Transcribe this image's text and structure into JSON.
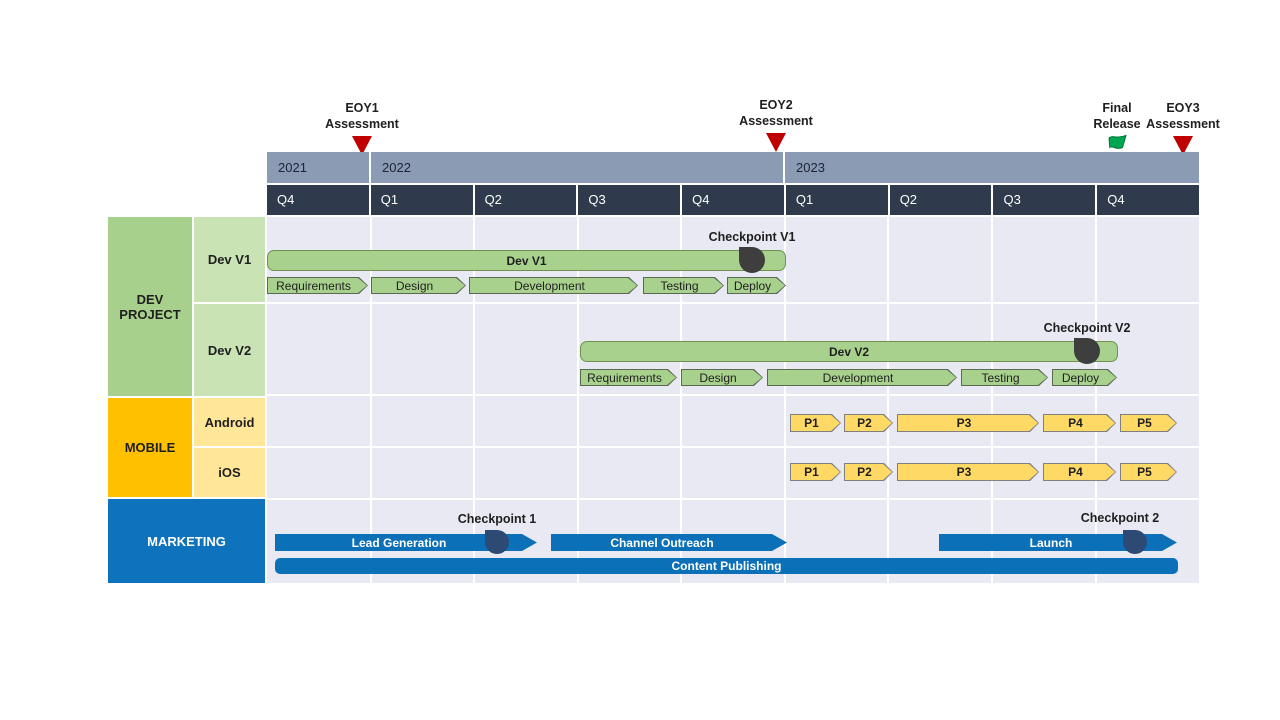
{
  "milestones": [
    {
      "label": "EOY1\nAssessment",
      "icon": "red-triangle"
    },
    {
      "label": "EOY2\nAssessment",
      "icon": "red-triangle"
    },
    {
      "label": "Final\nRelease",
      "icon": "green-flag"
    },
    {
      "label": "EOY3\nAssessment",
      "icon": "red-triangle"
    }
  ],
  "timeline": {
    "years": [
      "2021",
      "2022",
      "2023"
    ],
    "quarters": [
      "Q4",
      "Q1",
      "Q2",
      "Q3",
      "Q4",
      "Q1",
      "Q2",
      "Q3",
      "Q4"
    ]
  },
  "sidebar": {
    "groups": [
      {
        "label": "DEV\nPROJECT"
      },
      {
        "label": "MOBILE"
      },
      {
        "label": "MARKETING"
      }
    ],
    "rows": [
      "Dev V1",
      "Dev V2",
      "Android",
      "iOS"
    ]
  },
  "dev_v1": {
    "bar_label": "Dev V1",
    "checkpoint_label": "Checkpoint V1",
    "tasks": [
      "Requirements",
      "Design",
      "Development",
      "Testing",
      "Deploy"
    ]
  },
  "dev_v2": {
    "bar_label": "Dev V2",
    "checkpoint_label": "Checkpoint V2",
    "tasks": [
      "Requirements",
      "Design",
      "Development",
      "Testing",
      "Deploy"
    ]
  },
  "mobile": {
    "android_phases": [
      "P1",
      "P2",
      "P3",
      "P4",
      "P5"
    ],
    "ios_phases": [
      "P1",
      "P2",
      "P3",
      "P4",
      "P5"
    ]
  },
  "marketing": {
    "checkpoint1_label": "Checkpoint 1",
    "checkpoint2_label": "Checkpoint 2",
    "bar1": "Lead Generation",
    "bar2": "Channel Outreach",
    "bar3": "Launch",
    "content_bar": "Content Publishing"
  },
  "colors": {
    "year_band": "#8B9BB4",
    "quarter_band": "#2F3B4D",
    "chart_background": "#E9E9F3",
    "green_group": "#A8D08D",
    "green_sub": "#C9E3B5",
    "green_bar": "#A9D18E",
    "yellow_group": "#FFC000",
    "yellow_sub": "#FFE699",
    "yellow_chevron": "#FFD966",
    "marketing_blue": "#0C70B8",
    "milestone_red": "#C00000",
    "flag_green": "#00A651",
    "checkpoint_dev": "#3E3E3E",
    "checkpoint_marketing": "#2C4A73"
  },
  "chart_data": {
    "type": "gantt",
    "title": "",
    "time_axis": {
      "years": [
        {
          "label": "2021",
          "quarters": [
            "Q4"
          ]
        },
        {
          "label": "2022",
          "quarters": [
            "Q1",
            "Q2",
            "Q3",
            "Q4"
          ]
        },
        {
          "label": "2023",
          "quarters": [
            "Q1",
            "Q2",
            "Q3",
            "Q4"
          ]
        }
      ],
      "units": "quarter index, 0 = start of 2021-Q4, 9 = end of 2023-Q4"
    },
    "milestones": [
      {
        "label": "EOY1 Assessment",
        "at_q": 0.92,
        "marker": "red-triangle"
      },
      {
        "label": "EOY2 Assessment",
        "at_q": 4.91,
        "marker": "red-triangle"
      },
      {
        "label": "Final Release",
        "at_q": 8.21,
        "marker": "green-flag"
      },
      {
        "label": "EOY3 Assessment",
        "at_q": 8.84,
        "marker": "red-triangle"
      }
    ],
    "lanes": [
      {
        "group": "DEV PROJECT",
        "row": "Dev V1",
        "bars": [
          {
            "label": "Dev V1",
            "start_q": 0.0,
            "end_q": 5.01,
            "checkpoint": {
              "label": "Checkpoint V1",
              "at_q": 4.68
            }
          }
        ],
        "tasks": [
          {
            "label": "Requirements",
            "start_q": 0.0,
            "end_q": 0.97
          },
          {
            "label": "Design",
            "start_q": 1.0,
            "end_q": 1.92
          },
          {
            "label": "Development",
            "start_q": 1.95,
            "end_q": 3.58
          },
          {
            "label": "Testing",
            "start_q": 3.63,
            "end_q": 4.41
          },
          {
            "label": "Deploy",
            "start_q": 4.44,
            "end_q": 5.01
          }
        ]
      },
      {
        "group": "DEV PROJECT",
        "row": "Dev V2",
        "bars": [
          {
            "label": "Dev V2",
            "start_q": 3.02,
            "end_q": 8.22,
            "checkpoint": {
              "label": "Checkpoint V2",
              "at_q": 7.92
            }
          }
        ],
        "tasks": [
          {
            "label": "Requirements",
            "start_q": 3.02,
            "end_q": 3.96
          },
          {
            "label": "Design",
            "start_q": 4.0,
            "end_q": 4.79
          },
          {
            "label": "Development",
            "start_q": 4.83,
            "end_q": 6.66
          },
          {
            "label": "Testing",
            "start_q": 6.7,
            "end_q": 7.54
          },
          {
            "label": "Deploy",
            "start_q": 7.58,
            "end_q": 8.21
          }
        ]
      },
      {
        "group": "MOBILE",
        "row": "Android",
        "tasks": [
          {
            "label": "P1",
            "start_q": 5.05,
            "end_q": 5.56
          },
          {
            "label": "P2",
            "start_q": 5.56,
            "end_q": 6.04
          },
          {
            "label": "P3",
            "start_q": 6.08,
            "end_q": 7.46
          },
          {
            "label": "P4",
            "start_q": 7.49,
            "end_q": 8.21
          },
          {
            "label": "P5",
            "start_q": 8.24,
            "end_q": 8.79
          }
        ]
      },
      {
        "group": "MOBILE",
        "row": "iOS",
        "tasks": [
          {
            "label": "P1",
            "start_q": 5.05,
            "end_q": 5.56
          },
          {
            "label": "P2",
            "start_q": 5.56,
            "end_q": 6.04
          },
          {
            "label": "P3",
            "start_q": 6.08,
            "end_q": 7.46
          },
          {
            "label": "P4",
            "start_q": 7.49,
            "end_q": 8.21
          },
          {
            "label": "P5",
            "start_q": 8.24,
            "end_q": 8.79
          }
        ]
      },
      {
        "group": "MARKETING",
        "row": "MARKETING",
        "bars": [
          {
            "label": "Lead Generation",
            "start_q": 0.08,
            "end_q": 2.61
          },
          {
            "label": "Channel Outreach",
            "start_q": 2.74,
            "end_q": 5.02
          },
          {
            "label": "Launch",
            "start_q": 6.49,
            "end_q": 8.79
          },
          {
            "label": "Content Publishing",
            "start_q": 0.08,
            "end_q": 8.8
          }
        ],
        "checkpoints": [
          {
            "label": "Checkpoint 1",
            "at_q": 2.22
          },
          {
            "label": "Checkpoint 2",
            "at_q": 8.38
          }
        ]
      }
    ]
  }
}
